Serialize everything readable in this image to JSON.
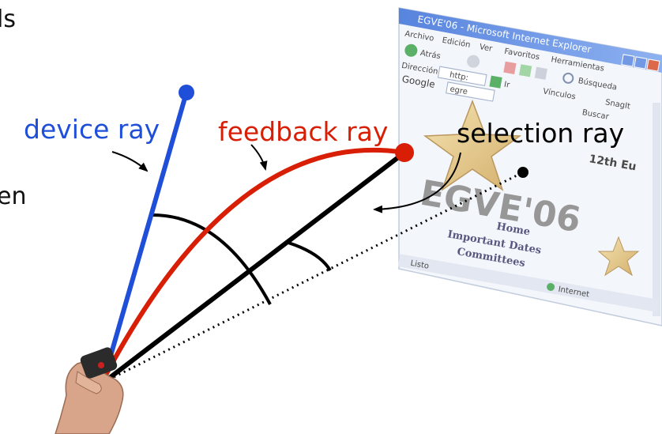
{
  "left_fragments": [
    "ls",
    "en"
  ],
  "labels": {
    "device_ray": "device ray",
    "feedback_ray": "feedback ray",
    "selection_ray": "selection ray"
  },
  "colors": {
    "device_ray": "#1f4fd8",
    "feedback_ray": "#d81e05",
    "selection_ray": "#000000"
  },
  "browser": {
    "title": "EGVE'06 - Microsoft Internet Explorer",
    "menu": [
      "Archivo",
      "Edición",
      "Ver",
      "Favoritos",
      "Herramientas"
    ],
    "toolbar": {
      "back": "Atrás",
      "search": "Búsqueda",
      "snagit": "SnagIt",
      "buscar": "Buscar",
      "address_label": "Dirección",
      "address_value": "http:",
      "go": "Ir",
      "links": "Vínculos"
    },
    "search_box": {
      "brand": "Google",
      "value": "egre"
    },
    "page": {
      "logo": "EGVE'06",
      "banner": "12th Eu",
      "nav": [
        "Home",
        "Important Dates",
        "Committees"
      ]
    },
    "status": {
      "left": "Listo",
      "right": "Internet"
    }
  }
}
